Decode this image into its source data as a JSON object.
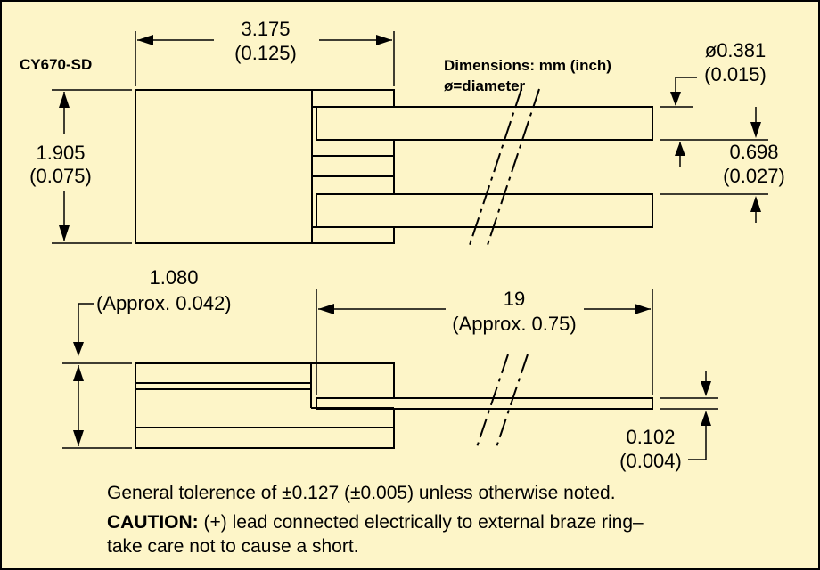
{
  "diagram": {
    "part_label": "CY670-SD",
    "units_line1": "Dimensions: mm (inch)",
    "units_line2": "ø=diameter",
    "dims": {
      "width_mm": "3.175",
      "width_in": "(0.125)",
      "height_mm": "1.905",
      "height_in": "(0.075)",
      "lead_dia_mm": "ø0.381",
      "lead_dia_in": "(0.015)",
      "lead_pitch_mm": "0.698",
      "lead_pitch_in": "(0.027)",
      "thickness_mm": "1.080",
      "thickness_in": "(Approx. 0.042)",
      "lead_len_mm": "19",
      "lead_len_in": "(Approx. 0.75)",
      "lead_thk_mm": "0.102",
      "lead_thk_in": "(0.004)"
    },
    "notes": {
      "tolerance": "General tolerence of ±0.127 (±0.005) unless otherwise noted.",
      "caution_label": "CAUTION:",
      "caution_text1": " (+) lead connected electrically to external braze ring–",
      "caution_text2": "take care not to cause a short."
    },
    "colors": {
      "background": "#fdf5c8",
      "line": "#000000"
    }
  }
}
